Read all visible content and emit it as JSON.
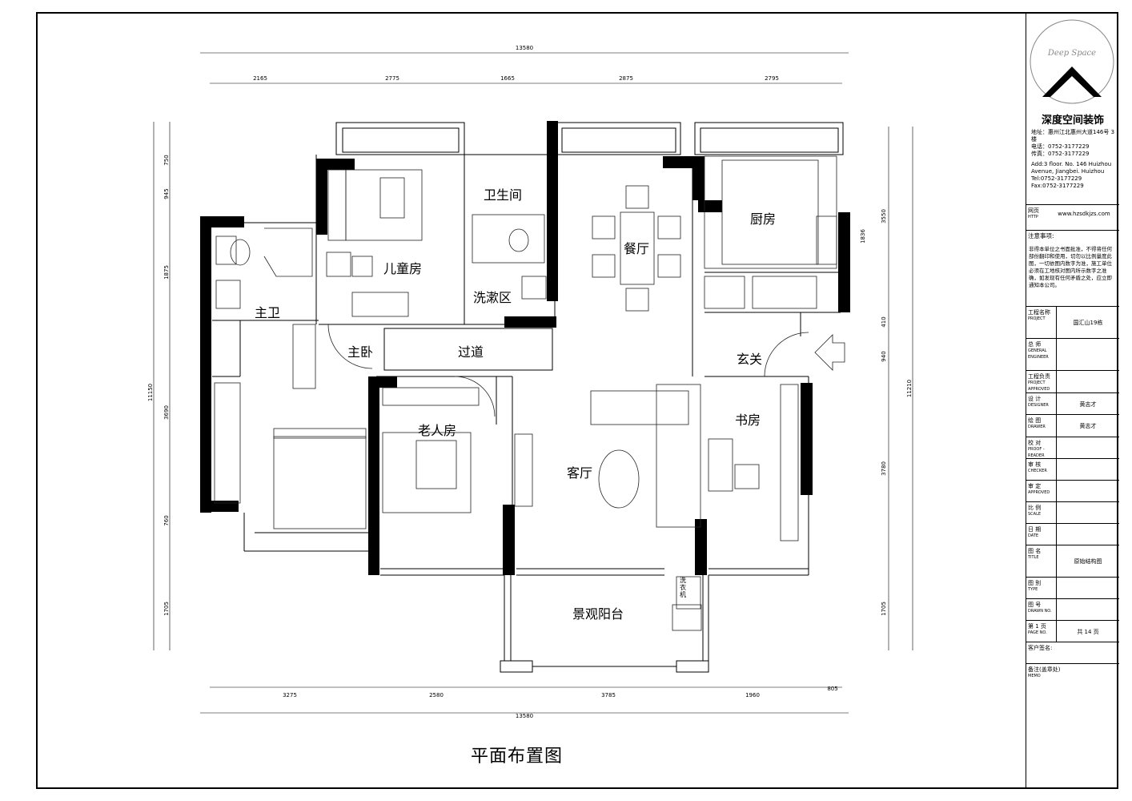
{
  "title": "平面布置图",
  "rooms": {
    "bathroom_public": "卫生间",
    "kids_room": "儿童房",
    "dining": "餐厅",
    "kitchen": "厨房",
    "master_bath": "主卫",
    "wash_area": "洗漱区",
    "master_bedroom": "主卧",
    "corridor": "过道",
    "entrance": "玄关",
    "elder_room": "老人房",
    "study": "书房",
    "living": "客厅",
    "balcony": "景观阳台",
    "laundry": "洗衣机"
  },
  "dims": {
    "top_total": "13580",
    "top_segments": [
      "2165",
      "2775",
      "1665",
      "2875",
      "2795"
    ],
    "bottom_segments": [
      "3275",
      "2580",
      "3785",
      "1960",
      "805"
    ],
    "bottom_total": "13580",
    "left_segments": [
      "750",
      "945",
      "1875",
      "3690",
      "760",
      "1705"
    ],
    "left_total": "11150",
    "right_segments": [
      "3550",
      "1836",
      "410",
      "940",
      "3780",
      "1705"
    ],
    "right_total": "11210"
  },
  "titleblock": {
    "logo_text": "Deep Space",
    "company": "深度空间装饰",
    "address_cn": "地址：惠州江北惠州大道146号 3楼",
    "phone_cn": "电话：0752-3177229",
    "fax_cn": "传真：0752-3177229",
    "address_en": "Add:3 floor. No. 146 Huizhou Avenue, Jiangbei. Huizhou",
    "tel_en": "Tel:0752-3177229",
    "fax_en": "Fax:0752-3177229",
    "web_label": "网页",
    "web_label_en": "HTTP",
    "web": "www.hzsdkjzs.com",
    "notes_label": "注意事项:",
    "notes": "非得本单位之书面批准，不得将任何部份翻印和使用，切勿以比例量度此图，一切依图内数字为准，施工单位必须在工地核对图内所示数字之准确，如发现有任何矛盾之处，应立即通知本公司。",
    "rows": [
      {
        "cn": "工程名称",
        "en": "PROJECT",
        "value": "国汇山19栋"
      },
      {
        "cn": "总 师",
        "en": "GENERAL ENGINEER",
        "value": ""
      },
      {
        "cn": "工程负责",
        "en": "PROJECT APPROVED",
        "value": ""
      },
      {
        "cn": "设 计",
        "en": "DESIGNER",
        "value": "黄志才"
      },
      {
        "cn": "绘 图",
        "en": "DRAWER",
        "value": "黄志才"
      },
      {
        "cn": "校 对",
        "en": "PROOF -READER",
        "value": ""
      },
      {
        "cn": "审 核",
        "en": "CHECKER",
        "value": ""
      },
      {
        "cn": "审 定",
        "en": "APPROVED",
        "value": ""
      },
      {
        "cn": "比 例",
        "en": "SCALE",
        "value": ""
      },
      {
        "cn": "日 期",
        "en": "DATE",
        "value": ""
      },
      {
        "cn": "图 名",
        "en": "TITLE",
        "value": "原始结构图"
      },
      {
        "cn": "图 别",
        "en": "TYPE",
        "value": ""
      },
      {
        "cn": "图 号",
        "en": "DRAWN NO.",
        "value": ""
      },
      {
        "cn": "第 1 页",
        "en": "PAGE NO.",
        "value": "共 14 页"
      },
      {
        "cn": "客户签名:",
        "en": "",
        "value": ""
      },
      {
        "cn": "备注(盖章处)",
        "en": "MEMO",
        "value": ""
      }
    ]
  }
}
